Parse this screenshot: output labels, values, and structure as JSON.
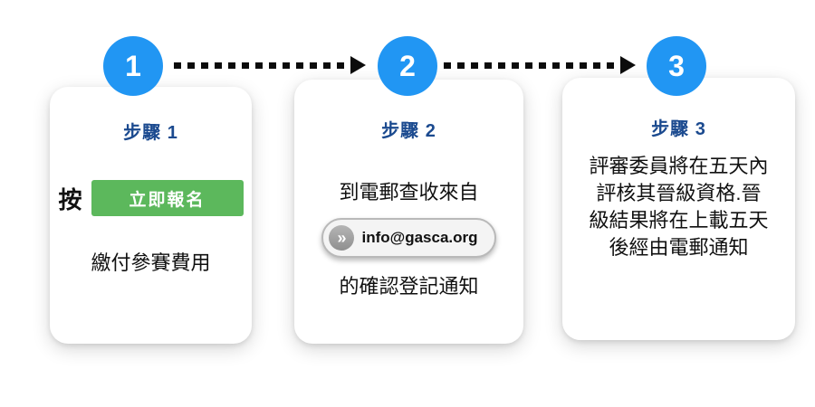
{
  "colors": {
    "circle-blue": "#2196f3",
    "title-blue": "#1b4a8f",
    "button-green": "#5cb85c",
    "arrow-black": "#0c0c0c",
    "text-black": "#111111"
  },
  "steps": [
    {
      "number": "1",
      "title": "步驟 1",
      "prefix": "按",
      "button_label": "立即報名",
      "footer": "繳付參賽費用"
    },
    {
      "number": "2",
      "title": "步驟 2",
      "line1": "到電郵查收來自",
      "chevron_icon": "»",
      "email": "info@gasca.org",
      "line2": "的確認登記通知"
    },
    {
      "number": "3",
      "title": "步驟 3",
      "lines": [
        "評審委員將在五天內",
        "評核其晉級資格.晉",
        "級結果將在上載五天",
        "後經由電郵通知"
      ]
    }
  ]
}
